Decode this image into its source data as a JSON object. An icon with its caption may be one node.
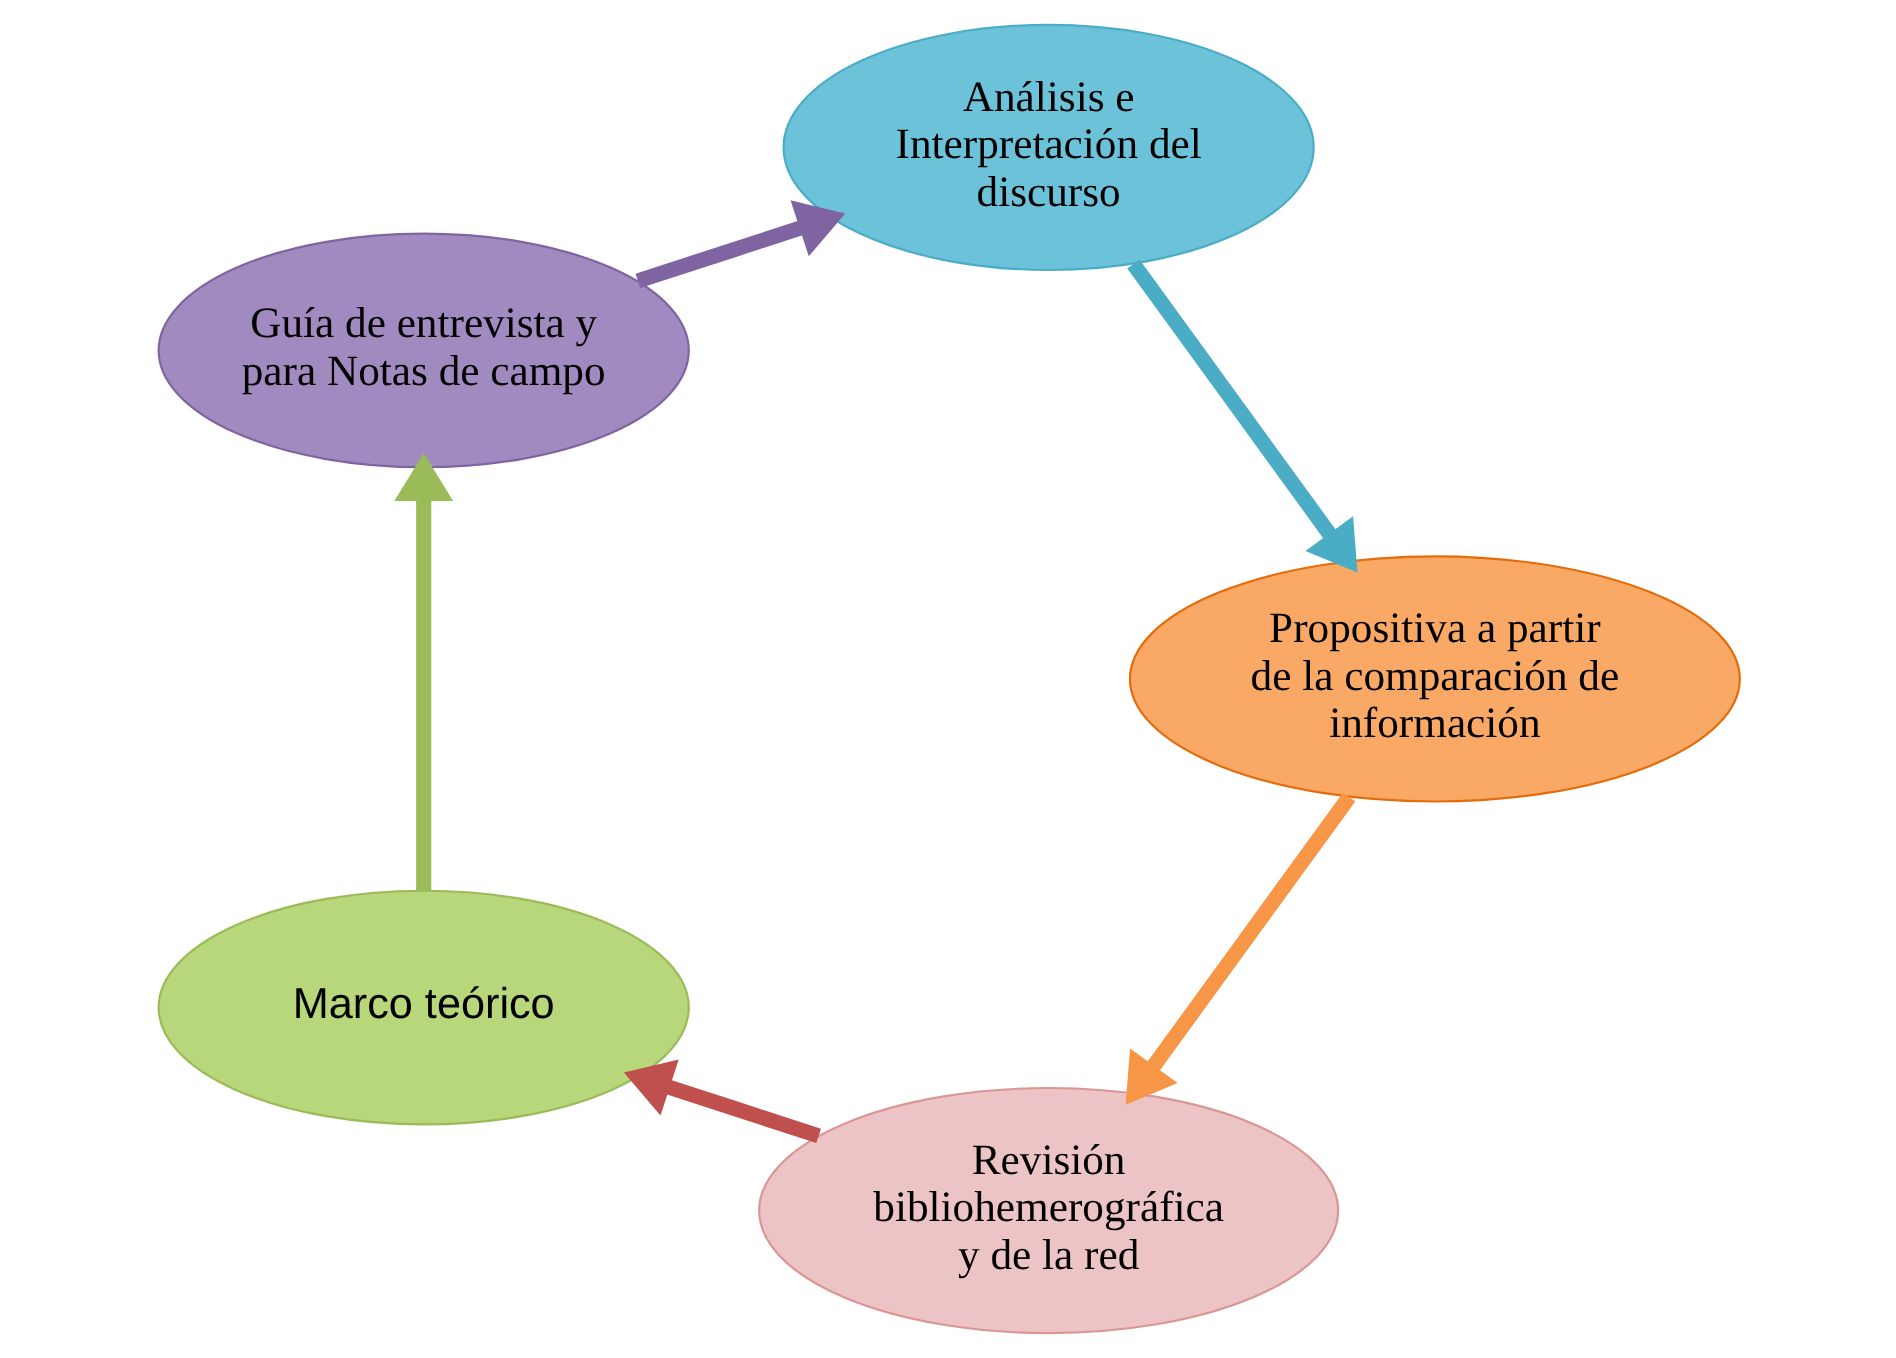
{
  "diagram": {
    "nodes": [
      {
        "text": [
          "Revisión bibliohemerográfica y de la red"
        ]
      },
      {
        "text": [
          "Marco teórico"
        ]
      },
      {
        "text": [
          "Guía de entrevista y para Notas de campo"
        ]
      },
      {
        "text": [
          "Análisis e Interpretación del discurso"
        ]
      },
      {
        "text": [
          "Propositiva a partir de la comparación de información"
        ]
      }
    ],
    "edges": [
      {
        "from": 0,
        "to": 1,
        "arrow": "to",
        "color": "#c0504d"
      },
      {
        "from": 1,
        "to": 2,
        "arrow": "to",
        "color": "#9bbb59"
      },
      {
        "from": 2,
        "to": 3,
        "arrow": "to",
        "color": "#8064a2"
      },
      {
        "from": 3,
        "to": 4,
        "arrow": "to",
        "color": "#4bacc6"
      },
      {
        "from": 4,
        "to": 0,
        "arrow": "to",
        "color": "#f79646"
      }
    ]
  }
}
